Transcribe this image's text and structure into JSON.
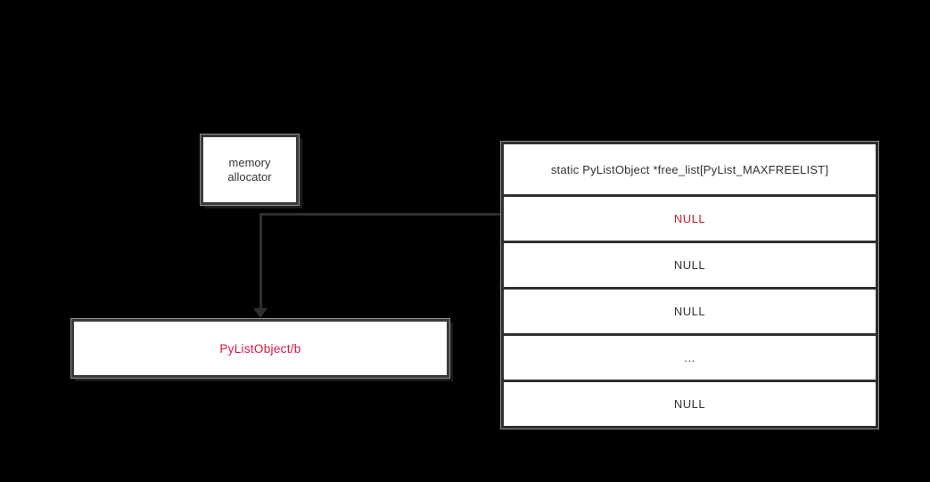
{
  "colors": {
    "background": "#000000",
    "box_border": "#3a3a3a",
    "box_fill": "#ffffff",
    "connector_line": "#2f2f2f",
    "text_dark": "#333333",
    "null_highlight": "#cc2229",
    "object_label": "#dc143c",
    "edge_highlight": "#8f8f8f"
  },
  "allocator": {
    "line1": "memory",
    "line2": "allocator"
  },
  "pylist_object": {
    "label": "PyListObject/b"
  },
  "free_list_table": {
    "header": "static PyListObject *free_list[PyList_MAXFREELIST]",
    "rows": [
      {
        "value": "NULL",
        "highlight": true
      },
      {
        "value": "NULL",
        "highlight": false
      },
      {
        "value": "NULL",
        "highlight": false
      },
      {
        "value": "...",
        "highlight": false
      },
      {
        "value": "NULL",
        "highlight": false
      }
    ]
  }
}
